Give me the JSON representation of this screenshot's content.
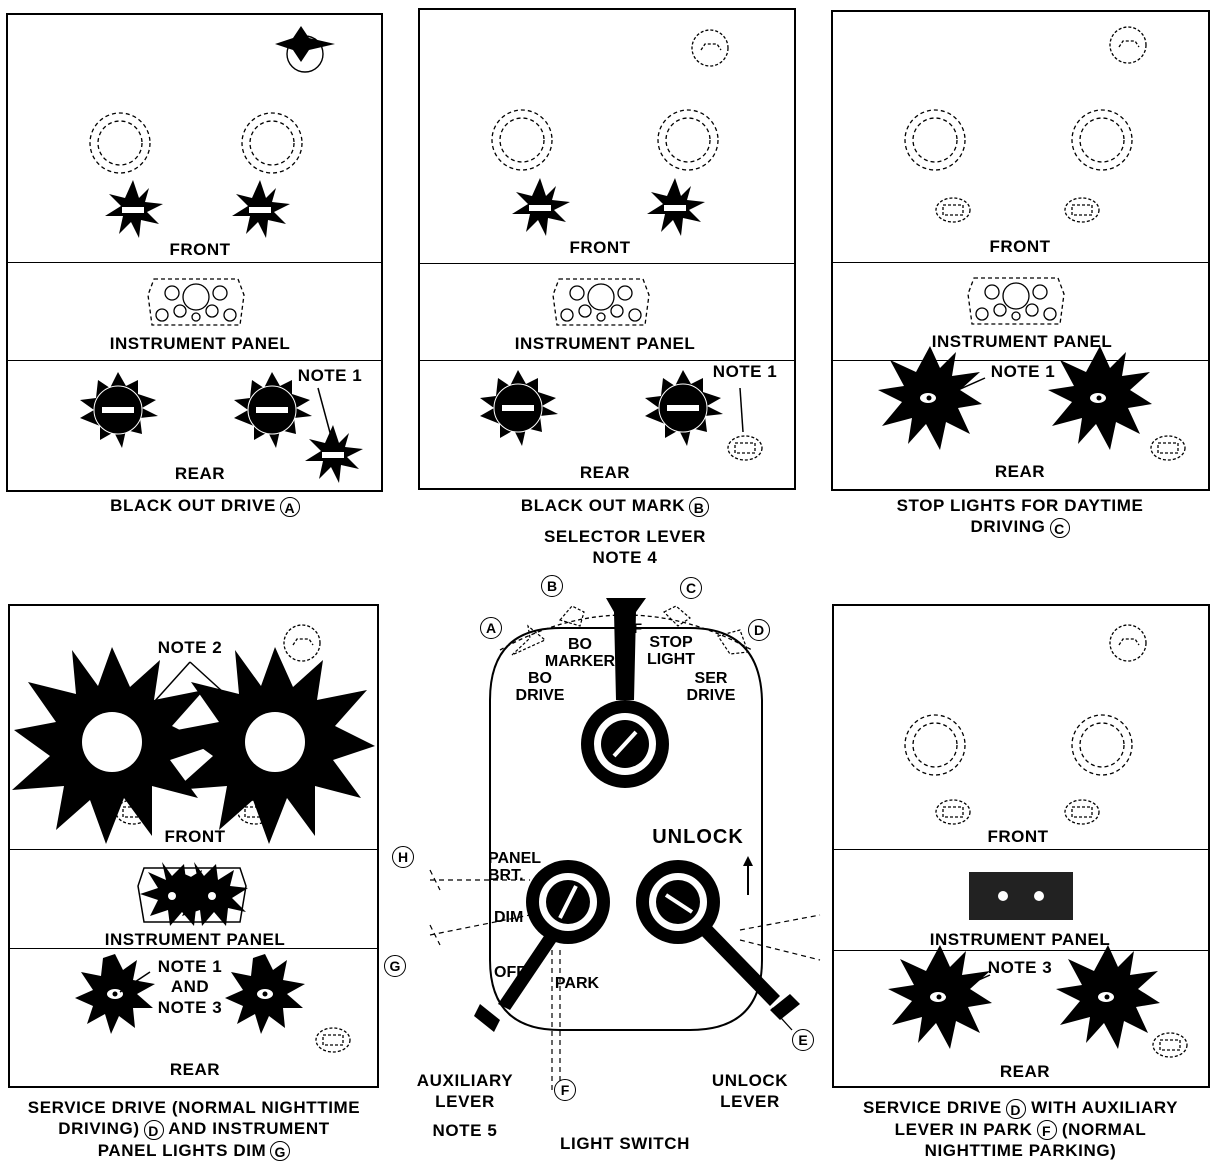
{
  "panels": {
    "a": {
      "front": "FRONT",
      "instrument": "INSTRUMENT PANEL",
      "rear": "REAR",
      "note": "NOTE 1",
      "caption": "BLACK OUT DRIVE",
      "caption_letter": "A"
    },
    "b": {
      "front": "FRONT",
      "instrument": "INSTRUMENT PANEL",
      "rear": "REAR",
      "note": "NOTE 1",
      "caption": "BLACK OUT MARK",
      "caption_letter": "B"
    },
    "c": {
      "front": "FRONT",
      "instrument": "INSTRUMENT PANEL",
      "rear": "REAR",
      "note": "NOTE 1",
      "caption_line1": "STOP LIGHTS FOR DAYTIME",
      "caption_line2": "DRIVING",
      "caption_letter": "C"
    },
    "d": {
      "front": "FRONT",
      "instrument": "INSTRUMENT PANEL",
      "rear": "REAR",
      "note2": "NOTE 2",
      "note1_l1": "NOTE 1",
      "note1_l2": "AND",
      "note1_l3": "NOTE 3",
      "caption_line1": "SERVICE DRIVE (NORMAL NIGHTTIME",
      "caption_line2a": "DRIVING)",
      "caption_letter1": "D",
      "caption_line2b": "AND INSTRUMENT",
      "caption_line3": "PANEL LIGHTS DIM",
      "caption_letter2": "G"
    },
    "e": {
      "front": "FRONT",
      "instrument": "INSTRUMENT PANEL",
      "rear": "REAR",
      "note": "NOTE 3",
      "caption_line1a": "SERVICE DRIVE",
      "caption_letter1": "D",
      "caption_line1b": "WITH AUXILIARY",
      "caption_line2a": "LEVER IN PARK",
      "caption_letter2": "F",
      "caption_line2b": "(NORMAL",
      "caption_line3": "NIGHTTIME PARKING)"
    }
  },
  "switch": {
    "selector_l1": "SELECTOR LEVER",
    "selector_l2": "NOTE 4",
    "pos_off": "OFF",
    "pos_bo_marker_1": "BO",
    "pos_bo_marker_2": "MARKER",
    "pos_stop_1": "STOP",
    "pos_stop_2": "LIGHT",
    "pos_bo_drive_1": "BO",
    "pos_bo_drive_2": "DRIVE",
    "pos_ser_drive_1": "SER",
    "pos_ser_drive_2": "DRIVE",
    "unlock": "UNLOCK",
    "panel_brt_1": "PANEL",
    "panel_brt_2": "BRT.",
    "dim": "DIM",
    "off2": "OFF",
    "park": "PARK",
    "aux_1": "AUXILIARY",
    "aux_2": "LEVER",
    "note5": "NOTE 5",
    "title": "LIGHT SWITCH",
    "unlock_lever_1": "UNLOCK",
    "unlock_lever_2": "LEVER",
    "letters": {
      "a": "A",
      "b": "B",
      "c": "C",
      "d": "D",
      "e": "E",
      "f": "F",
      "g": "G",
      "h": "H"
    }
  }
}
